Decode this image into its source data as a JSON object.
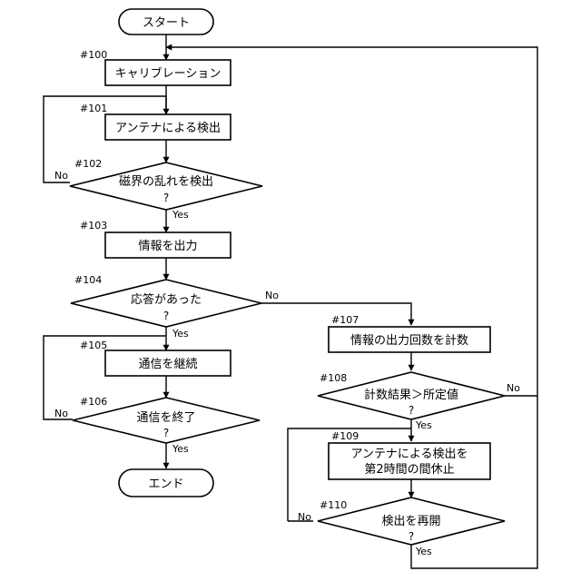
{
  "nodes": {
    "start": {
      "text": "スタート"
    },
    "s100": {
      "step": "#100",
      "text": "キャリブレーション"
    },
    "s101": {
      "step": "#101",
      "text": "アンテナによる検出"
    },
    "s102": {
      "step": "#102",
      "text": "磁界の乱れを検出",
      "q": "?"
    },
    "s103": {
      "step": "#103",
      "text": "情報を出力"
    },
    "s104": {
      "step": "#104",
      "text": "応答があった",
      "q": "?"
    },
    "s105": {
      "step": "#105",
      "text": "通信を継続"
    },
    "s106": {
      "step": "#106",
      "text": "通信を終了",
      "q": "?"
    },
    "end": {
      "text": "エンド"
    },
    "s107": {
      "step": "#107",
      "text": "情報の出力回数を計数"
    },
    "s108": {
      "step": "#108",
      "text": "計数結果＞所定値",
      "q": "?"
    },
    "s109": {
      "step": "#109",
      "line1": "アンテナによる検出を",
      "line2": "第2時間の間休止"
    },
    "s110": {
      "step": "#110",
      "text": "検出を再開",
      "q": "?"
    }
  },
  "edge_labels": {
    "s102_no": "No",
    "s102_yes": "Yes",
    "s104_no": "No",
    "s104_yes": "Yes",
    "s106_no": "No",
    "s106_yes": "Yes",
    "s108_no": "No",
    "s108_yes": "Yes",
    "s110_no": "No",
    "s110_yes": "Yes"
  }
}
